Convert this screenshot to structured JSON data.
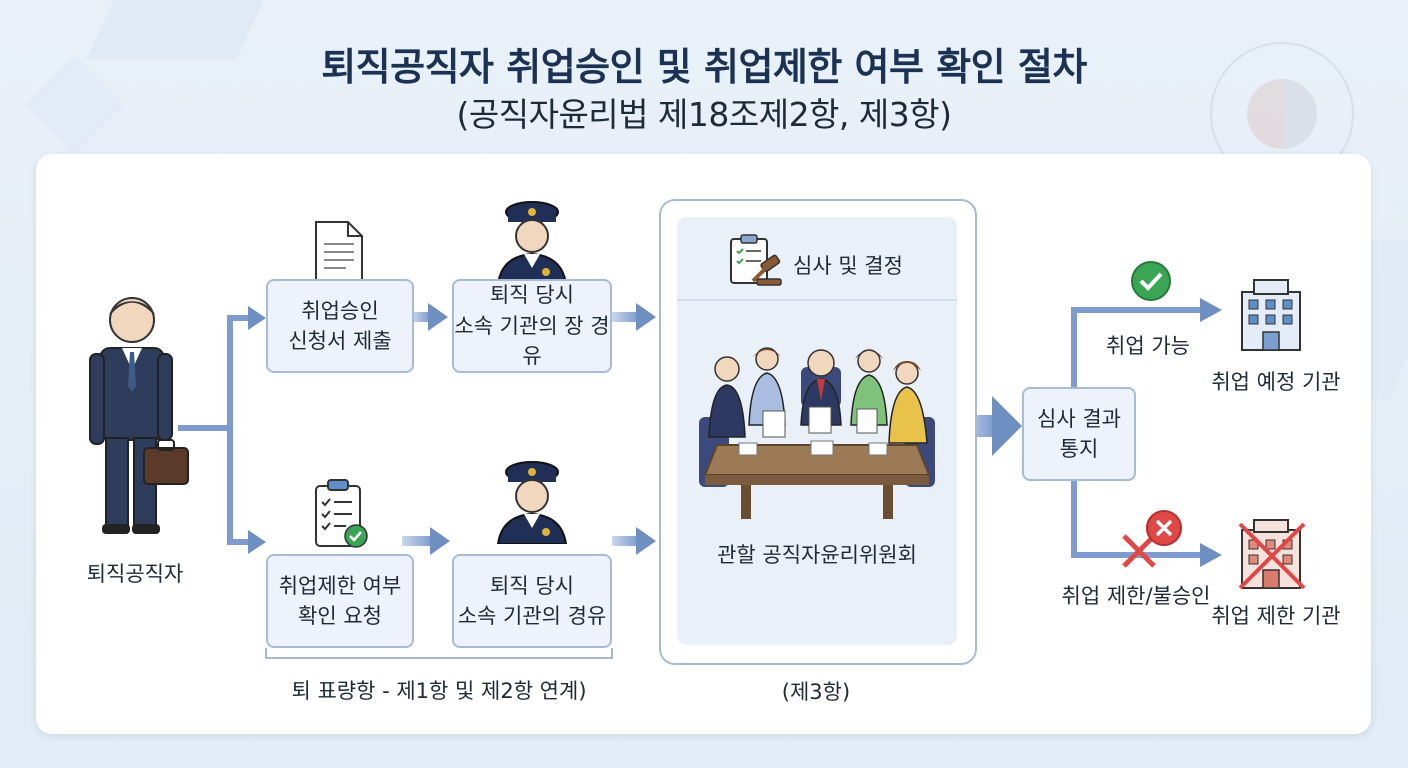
{
  "title": "퇴직공직자 취업승인 및 취업제한 여부 확인 절차",
  "subtitle": "(공직자윤리법 제18조제2항, 제3항)",
  "person_label": "퇴직공직자",
  "top_flow": {
    "step1": "취업승인\n신청서 제출",
    "step2": "퇴직 당시\n소속 기관의 장 경유"
  },
  "bottom_flow": {
    "step1": "취업제한 여부\n확인 요청",
    "step2": "퇴직 당시\n소속 기관의 경유"
  },
  "bracket_caption": "퇴 표량항 - 제1항 및 제2항 연계)",
  "committee": {
    "header": "심사 및 결정",
    "name": "관할 공직자윤리위원회",
    "caption": "(제3항)"
  },
  "result_box": "심사 결과\n통지",
  "outcomes": {
    "approve_label": "취업 가능",
    "approve_org": "취업 예정 기관",
    "deny_label": "취업 제한/불승인",
    "deny_org": "취업 제한 기관"
  },
  "colors": {
    "title": "#1b3253",
    "box_fill": "#eef3fb",
    "box_border": "#a7bbd6",
    "arrow": "#6f8fc2",
    "approve": "#3aa655",
    "deny": "#e04848"
  }
}
